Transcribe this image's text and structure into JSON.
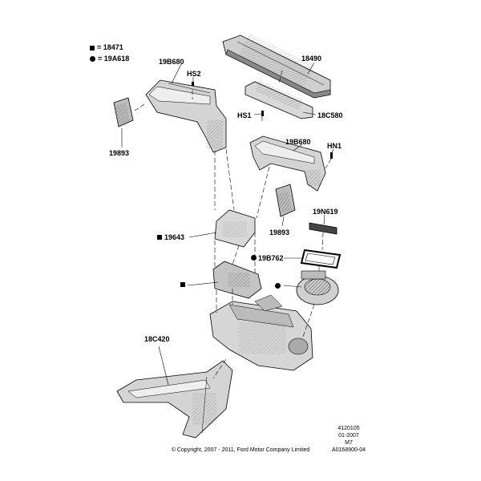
{
  "legend": {
    "square": "= 18471",
    "circle": "= 19A618"
  },
  "labels": {
    "p18490": "18490",
    "p18C580": "18C580",
    "pHS1": "HS1",
    "pHS2": "HS2",
    "p19B680_top": "19B680",
    "p19B680_mid": "19B680",
    "pHN1": "HN1",
    "p19893_left": "19893",
    "p19893_right": "19893",
    "p19N619": "19N619",
    "p19643": "19643",
    "p19B762": "19B762",
    "p18C420": "18C420"
  },
  "meta": {
    "line1": "4120105",
    "line2": "01-2007",
    "line3": "M7",
    "line4": "A0168900-04"
  },
  "copyright": "© Copyright, 2007 - 2011, Ford Motor Company Limited"
}
